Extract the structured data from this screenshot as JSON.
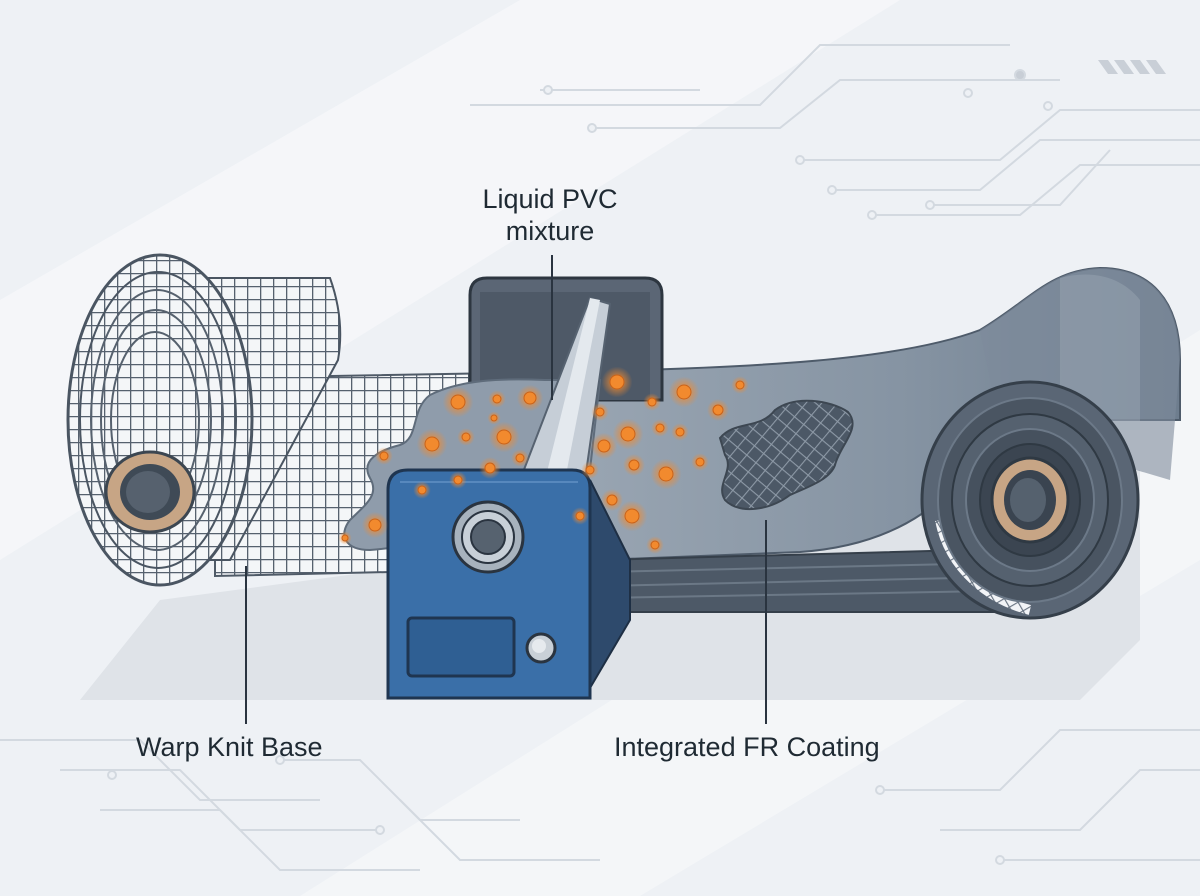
{
  "labels": {
    "pvc_line1": "Liquid PVC",
    "pvc_line2": "mixture",
    "warp_knit": "Warp Knit Base",
    "fr_coating": "Integrated FR Coating"
  },
  "colors": {
    "background": "#eef1f5",
    "mesh": "#5f6b79",
    "coated_fabric": "#8a97a6",
    "machine_blue": "#3a6fa8",
    "doctor_blade": "#c6ced7",
    "pvc_particle": "#f28a2e",
    "label_text": "#1f2a33",
    "leader_line": "#2a3440",
    "circuit_trace": "#d3d9e0"
  }
}
